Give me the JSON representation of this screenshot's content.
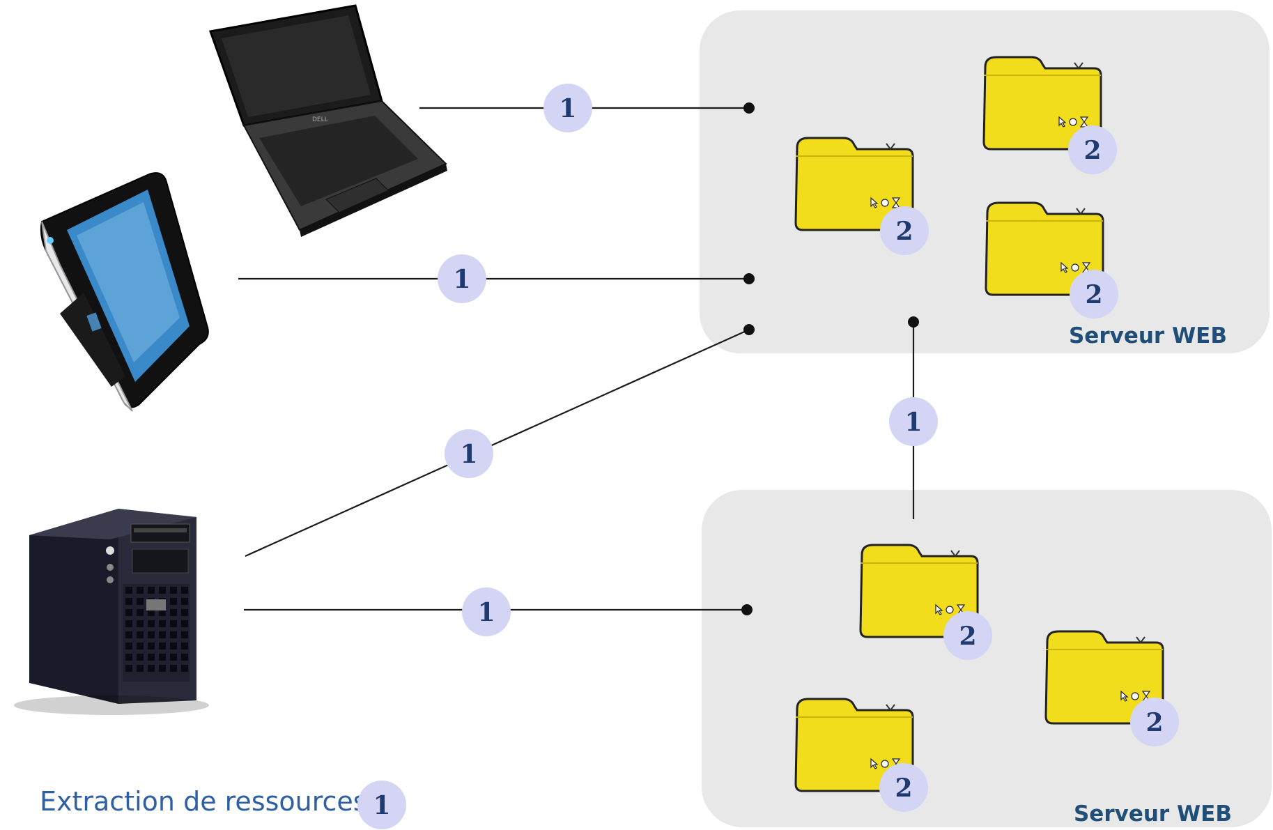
{
  "legend": {
    "text": "Extraction de ressources",
    "badge": "1"
  },
  "servers": [
    {
      "id": "top",
      "label": "Serveur WEB"
    },
    {
      "id": "bottom",
      "label": "Serveur WEB"
    }
  ],
  "edge_badge": "1",
  "resource_badge": "2",
  "devices": [
    "laptop",
    "tablet",
    "tower-server"
  ],
  "colors": {
    "server_bg": "#e8e8e8",
    "badge_fill": "#d4d4f5",
    "folder_fill": "#f2dd1c",
    "label": "#1f4e79",
    "line": "#1a1a1a"
  }
}
